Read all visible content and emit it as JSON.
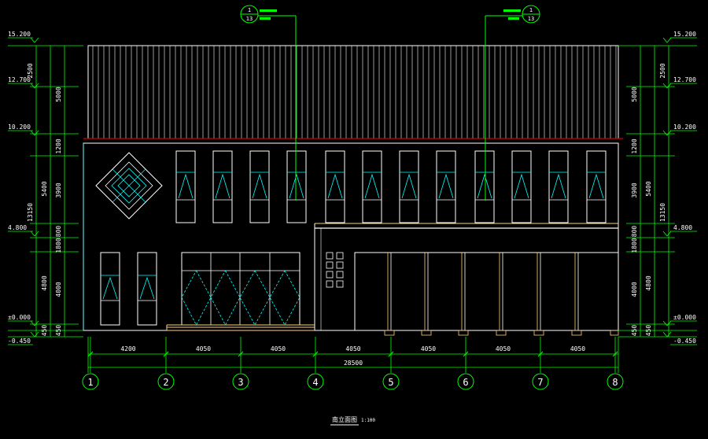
{
  "colors": {
    "background": "#000000",
    "dim": "#00ff00",
    "outline": "#ffffff",
    "glass": "#00ffff",
    "accent": "#ffd27a",
    "mark": "#ff0000"
  },
  "elevations": {
    "left": [
      "15.200",
      "12.700",
      "10.200",
      "4.800",
      "±0.000",
      "-0.450"
    ],
    "right": [
      "15.200",
      "12.700",
      "10.200",
      "4.800",
      "±0.000",
      "-0.450"
    ]
  },
  "vertical_dims": {
    "inner": [
      "2500",
      "5000",
      "1200",
      "3900",
      "800",
      "1800",
      "4000",
      "450"
    ],
    "outer": [
      "5400",
      "13150",
      "4800"
    ]
  },
  "axis_dims": {
    "spans": [
      "4200",
      "4050",
      "4050",
      "4050",
      "4050",
      "4050",
      "4050"
    ],
    "total": "28500"
  },
  "grid_axes": [
    "1",
    "2",
    "3",
    "4",
    "5",
    "6",
    "7",
    "8"
  ],
  "callouts": [
    {
      "num": "1",
      "sheet": "13"
    },
    {
      "num": "1",
      "sheet": "13"
    }
  ],
  "drawing_title": {
    "name": "南立面图",
    "scale": "1:100"
  }
}
